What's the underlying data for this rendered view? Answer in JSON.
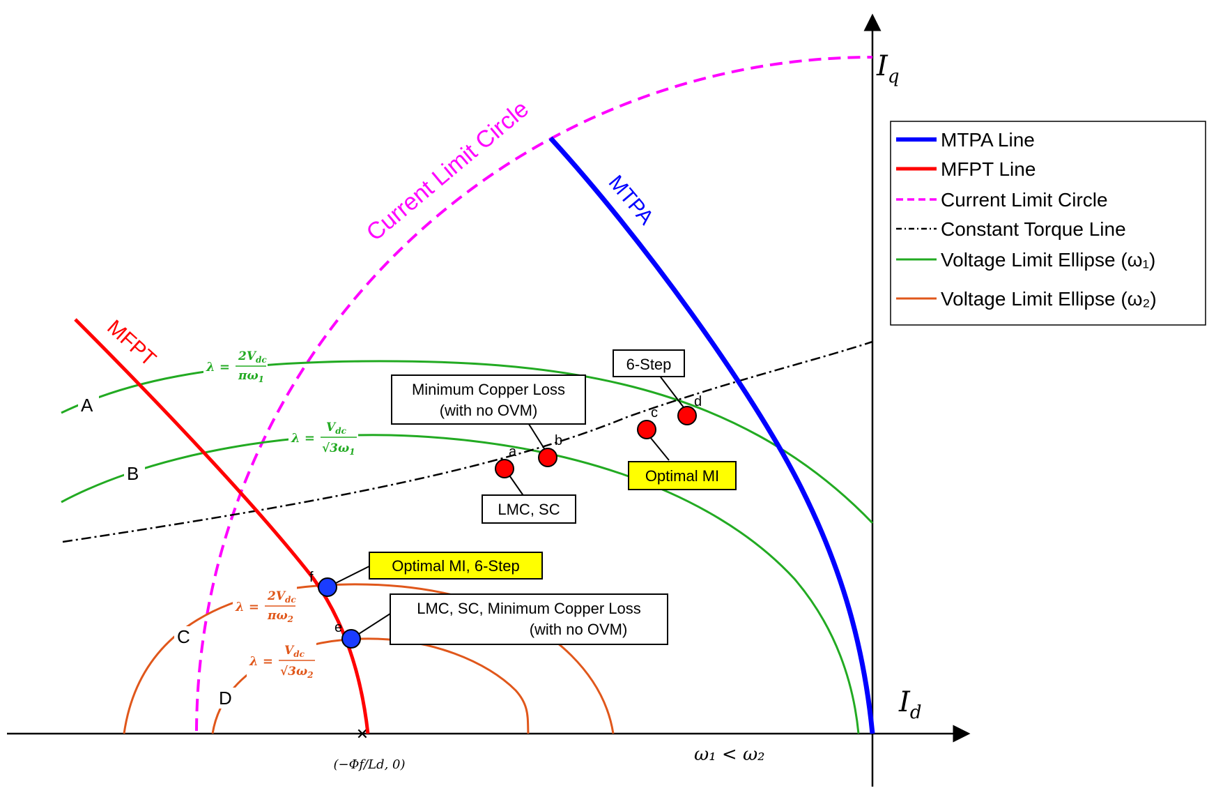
{
  "axes": {
    "iq_label": "I",
    "iq_sub": "q",
    "id_label": "I",
    "id_sub": "d",
    "speed_relation": "ω₁ < ω₂",
    "origin_point": "(−Φf/Ld, 0)"
  },
  "legend": [
    {
      "label": "MTPA Line",
      "color": "#0000ff",
      "style": "solid-thick"
    },
    {
      "label": "MFPT Line",
      "color": "#ff0000",
      "style": "solid-thick"
    },
    {
      "label": "Current Limit Circle",
      "color": "#ff00ff",
      "style": "dashed"
    },
    {
      "label": "Constant Torque Line",
      "color": "#000000",
      "style": "dash-dot"
    },
    {
      "label": "Voltage Limit Ellipse (ω₁)",
      "color": "#22aa22",
      "style": "solid"
    },
    {
      "label": "Voltage Limit Ellipse (ω₂)",
      "color": "#e0571b",
      "style": "solid"
    }
  ],
  "curve_labels": {
    "mtpa": "MTPA",
    "mfpt": "MFPT",
    "current_limit": "Current Limit Circle"
  },
  "ellipse_letters": [
    "A",
    "B",
    "C",
    "D"
  ],
  "lambda_labels": {
    "a_num": "2V",
    "a_num_sub": "dc",
    "a_den": "πω",
    "a_den_sub": "1",
    "b_num": "V",
    "b_num_sub": "dc",
    "b_den": "√3ω",
    "b_den_sub": "1",
    "c_num": "2V",
    "c_num_sub": "dc",
    "c_den": "πω",
    "c_den_sub": "2",
    "d_num": "V",
    "d_num_sub": "dc",
    "d_den": "√3ω",
    "d_den_sub": "2",
    "prefix": "λ ="
  },
  "points": [
    "a",
    "b",
    "c",
    "d",
    "e",
    "f"
  ],
  "callouts": {
    "six_step": "6-Step",
    "min_copper_1": "Minimum Copper Loss",
    "min_copper_2": "(with no OVM)",
    "lmc_sc": "LMC, SC",
    "optimal_mi": "Optimal MI",
    "optimal_mi_6step": "Optimal MI, 6-Step",
    "lmc_sc_mcl_1": "LMC, SC, Minimum Copper Loss",
    "lmc_sc_mcl_2": "(with no OVM)"
  },
  "colors": {
    "mtpa": "#0000ff",
    "mfpt": "#ff0000",
    "current_limit": "#ff00ff",
    "torque": "#000000",
    "ellipse_w1": "#22aa22",
    "ellipse_w2": "#e0571b",
    "highlight": "#ffff00",
    "point_red": "#ff0000",
    "point_blue": "#1a3cff"
  }
}
